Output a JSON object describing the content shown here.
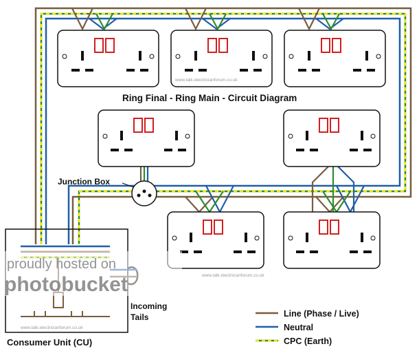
{
  "title": "Ring Final - Ring Main - Circuit Diagram",
  "labels": {
    "junction_box": "Junction Box",
    "incoming_tails_line1": "Incoming",
    "incoming_tails_line2": "Tails",
    "consumer_unit": "Consumer Unit (CU)"
  },
  "watermark": {
    "site": "www.talk.electricianforum.co.uk",
    "photobucket_line1": "proudly hosted on",
    "photobucket_line2": "photobucket"
  },
  "legend": [
    {
      "label": "Line (Phase / Live)",
      "color": "#7a5c3e",
      "style": "solid"
    },
    {
      "label": "Neutral",
      "color": "#1f5fa8",
      "style": "solid"
    },
    {
      "label": "CPC (Earth)",
      "color": "#2e8b2e",
      "dash_color": "#f2e600",
      "style": "dashed"
    }
  ],
  "colors": {
    "line": "#7a5c3e",
    "neutral": "#1f5fa8",
    "earth_green": "#2e8b2e",
    "earth_yellow": "#f2e600",
    "switch_red": "#d21f1f"
  }
}
